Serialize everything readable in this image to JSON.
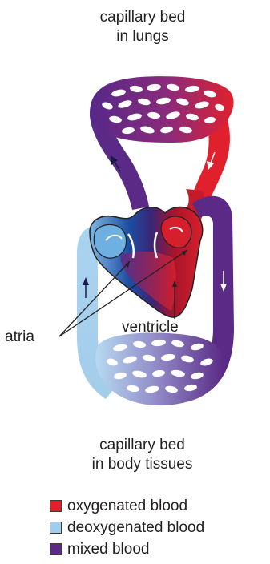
{
  "labels": {
    "lungs_line1": "capillary bed",
    "lungs_line2": "in lungs",
    "tissues_line1": "capillary bed",
    "tissues_line2": "in body tissues",
    "atria": "atria",
    "ventricle": "ventricle"
  },
  "legend": [
    {
      "label": "oxygenated blood",
      "color": "#e0202d"
    },
    {
      "label": "deoxygenated blood",
      "color": "#9fcdec"
    },
    {
      "label": "mixed blood",
      "color": "#5a2a86"
    }
  ]
}
